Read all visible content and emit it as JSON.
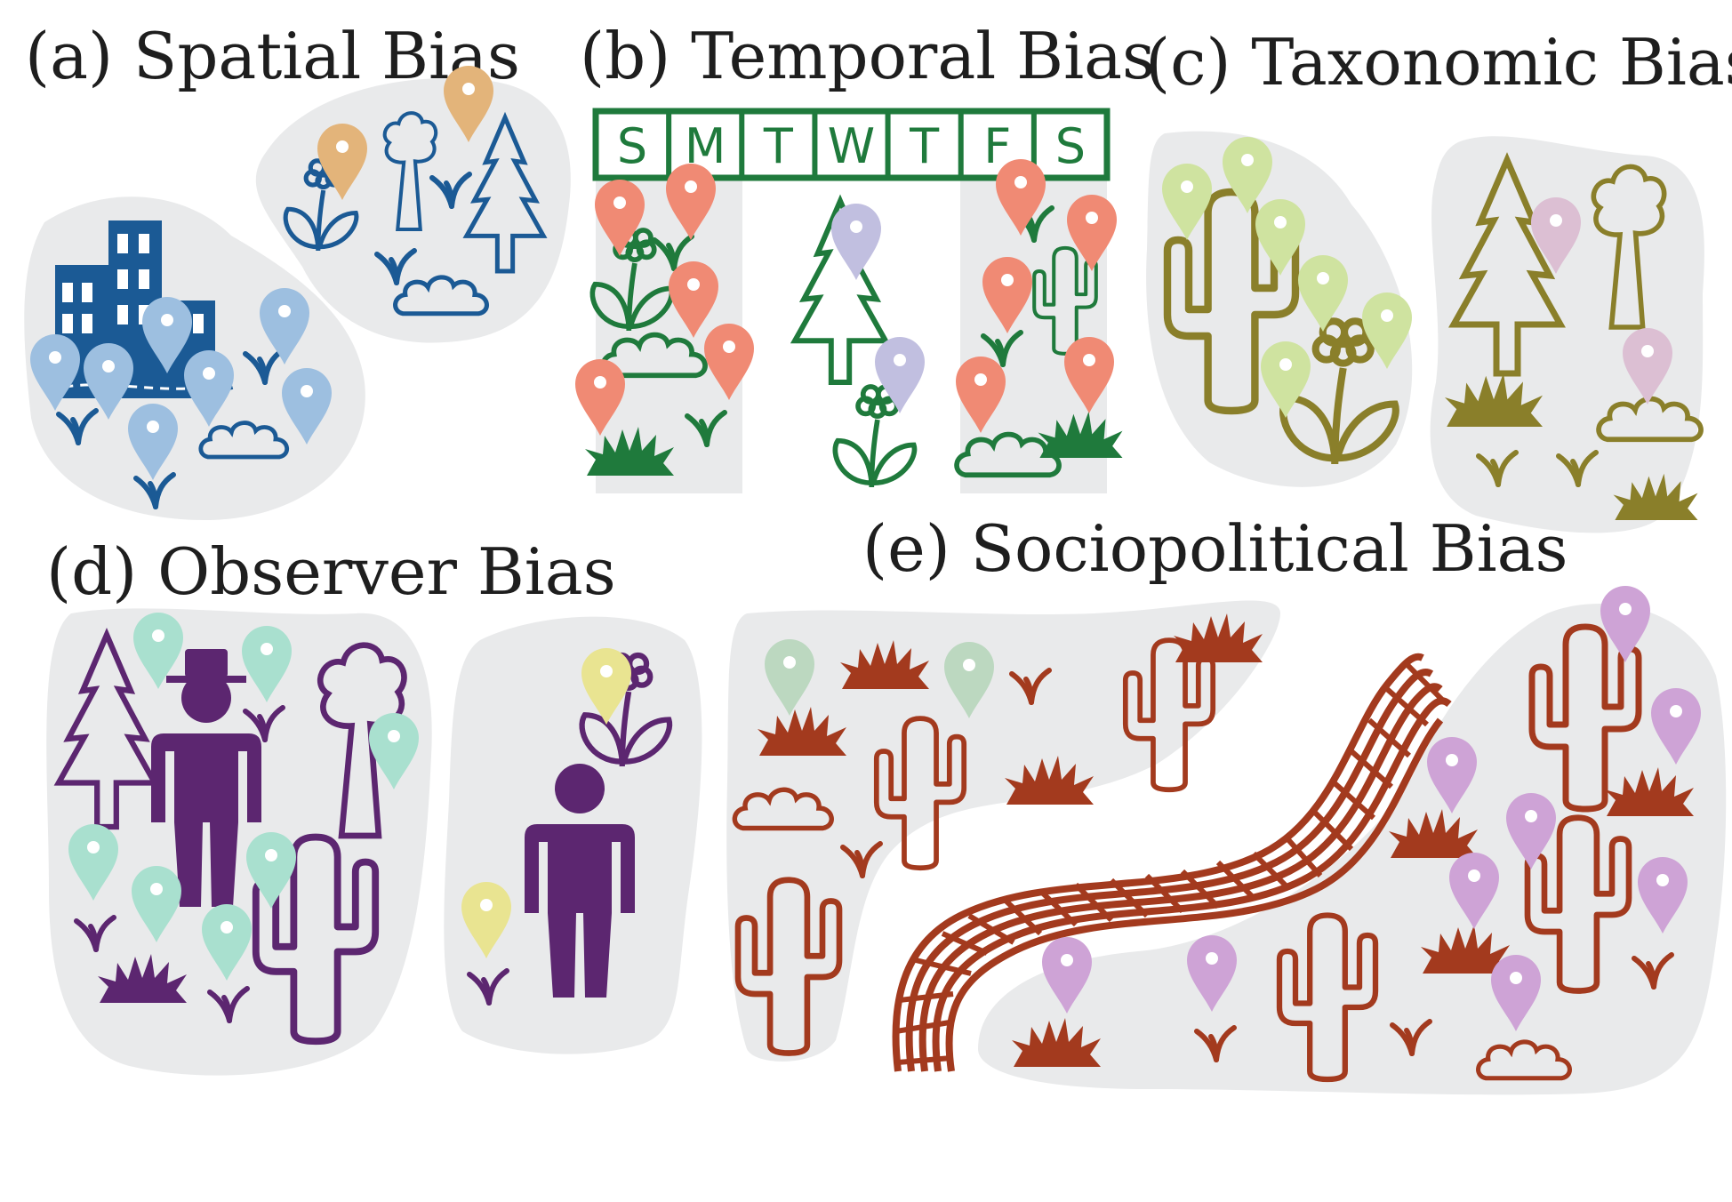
{
  "figure": {
    "panels": [
      {
        "id": "a",
        "title": "(a) Spatial Bias",
        "color": "#1b5a95",
        "pin_colors": [
          "#9dbfe0",
          "#e3b47a"
        ]
      },
      {
        "id": "b",
        "title": "(b) Temporal Bias",
        "color": "#1f7a3c",
        "pin_colors": [
          "#f08a74",
          "#c1bfe0"
        ],
        "days": [
          "S",
          "M",
          "T",
          "W",
          "T",
          "F",
          "S"
        ]
      },
      {
        "id": "c",
        "title": "(c) Taxonomic Bias",
        "color": "#8a7f2a",
        "pin_colors": [
          "#cfe3a0",
          "#dcbfd3"
        ]
      },
      {
        "id": "d",
        "title": "(d) Observer Bias",
        "color": "#5c2670",
        "pin_colors": [
          "#a9e0cf",
          "#e9e491"
        ]
      },
      {
        "id": "e",
        "title": "(e) Sociopolitical Bias",
        "color": "#a33a1e",
        "pin_colors": [
          "#bcd8c0",
          "#cea3d6"
        ]
      }
    ],
    "region_fill": "#e9eaeb",
    "icons": [
      "building-icon",
      "road-icon",
      "tree-icon",
      "pine-tree-icon",
      "flower-icon",
      "grass-icon",
      "bush-icon",
      "cactus-icon",
      "shrub-icon",
      "person-icon",
      "person-with-hat-icon",
      "border-wall-icon",
      "location-pin-icon"
    ]
  }
}
